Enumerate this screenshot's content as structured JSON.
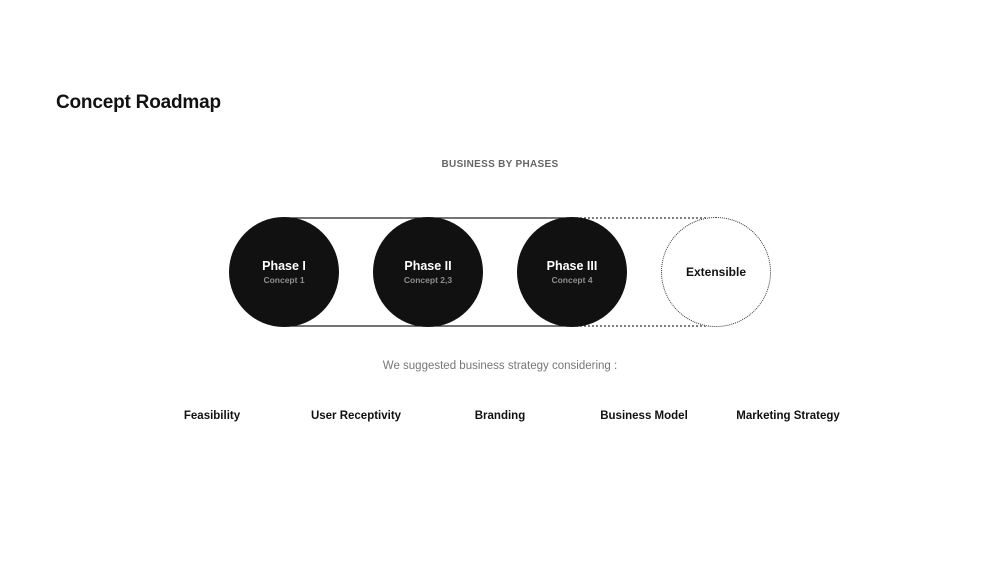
{
  "page": {
    "title": "Concept Roadmap"
  },
  "diagram": {
    "heading": "BUSINESS BY PHASES",
    "phases": [
      {
        "name": "Phase I",
        "sub": "Concept 1",
        "style": "solid"
      },
      {
        "name": "Phase II",
        "sub": "Concept 2,3",
        "style": "solid"
      },
      {
        "name": "Phase III",
        "sub": "Concept 4",
        "style": "solid"
      },
      {
        "name": "Extensible",
        "sub": "",
        "style": "dotted"
      }
    ],
    "colors": {
      "circle_fill": "#111111",
      "subtext": "#8e8e8e",
      "connector": "#222222"
    }
  },
  "strategy": {
    "intro": "We suggested business strategy considering :",
    "items": [
      "Feasibility",
      "User Receptivity",
      "Branding",
      "Business Model",
      "Marketing Strategy"
    ]
  }
}
